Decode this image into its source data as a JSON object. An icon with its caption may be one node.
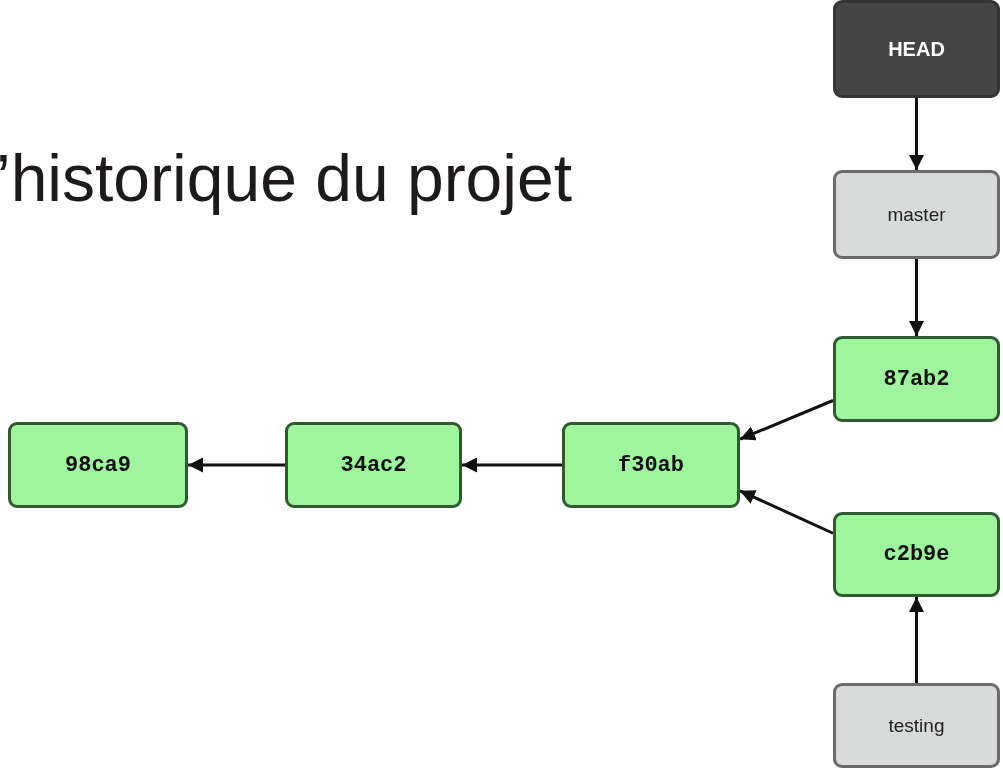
{
  "diagram": {
    "title": "’historique du projet",
    "nodes": [
      {
        "text": [
          "HEAD"
        ]
      },
      {
        "text": [
          "master"
        ]
      },
      {
        "text": [
          "87ab2"
        ]
      },
      {
        "text": [
          "98ca9"
        ]
      },
      {
        "text": [
          "34ac2"
        ]
      },
      {
        "text": [
          "f30ab"
        ]
      },
      {
        "text": [
          "c2b9e"
        ]
      },
      {
        "text": [
          "testing"
        ]
      }
    ],
    "edges": [
      {
        "from": 0,
        "to": 1,
        "arrow": "to"
      },
      {
        "from": 1,
        "to": 2,
        "arrow": "to"
      },
      {
        "from": 2,
        "to": 5,
        "arrow": "to"
      },
      {
        "from": 6,
        "to": 5,
        "arrow": "to"
      },
      {
        "from": 5,
        "to": 4,
        "arrow": "to"
      },
      {
        "from": 4,
        "to": 3,
        "arrow": "to"
      },
      {
        "from": 7,
        "to": 6,
        "arrow": "to"
      }
    ]
  }
}
